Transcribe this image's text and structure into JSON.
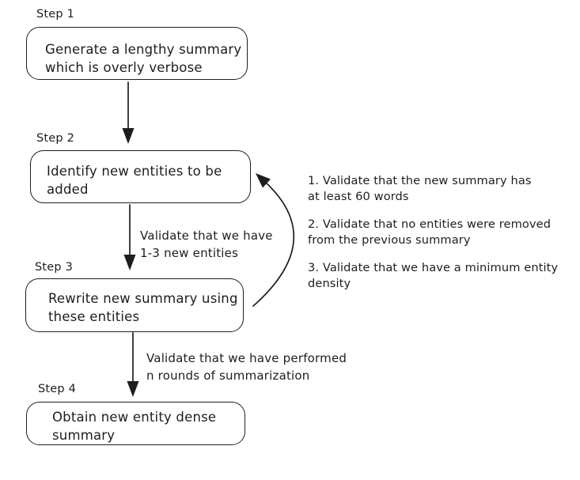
{
  "colors": {
    "background": "#ffffff",
    "ink": "#1e1e1e"
  },
  "steps": [
    {
      "label": "Step 1",
      "box_text": "Generate a lengthy summary\nwhich is overly verbose"
    },
    {
      "label": "Step 2",
      "box_text": "Identify new entities to be\nadded"
    },
    {
      "label": "Step 3",
      "box_text": "Rewrite new summary using\nthese entities"
    },
    {
      "label": "Step 4",
      "box_text": "Obtain new entity dense\nsummary"
    }
  ],
  "edge_labels": [
    {
      "text": "Validate that we have\n1-3 new entities"
    },
    {
      "text": "Validate that we have performed\nn rounds of summarization"
    }
  ],
  "annotations": [
    {
      "text": "1. Validate that the new summary has\nat least 60 words"
    },
    {
      "text": "2. Validate that no entities were removed\nfrom the previous summary"
    },
    {
      "text": "3. Validate that we have a minimum entity\ndensity"
    }
  ]
}
